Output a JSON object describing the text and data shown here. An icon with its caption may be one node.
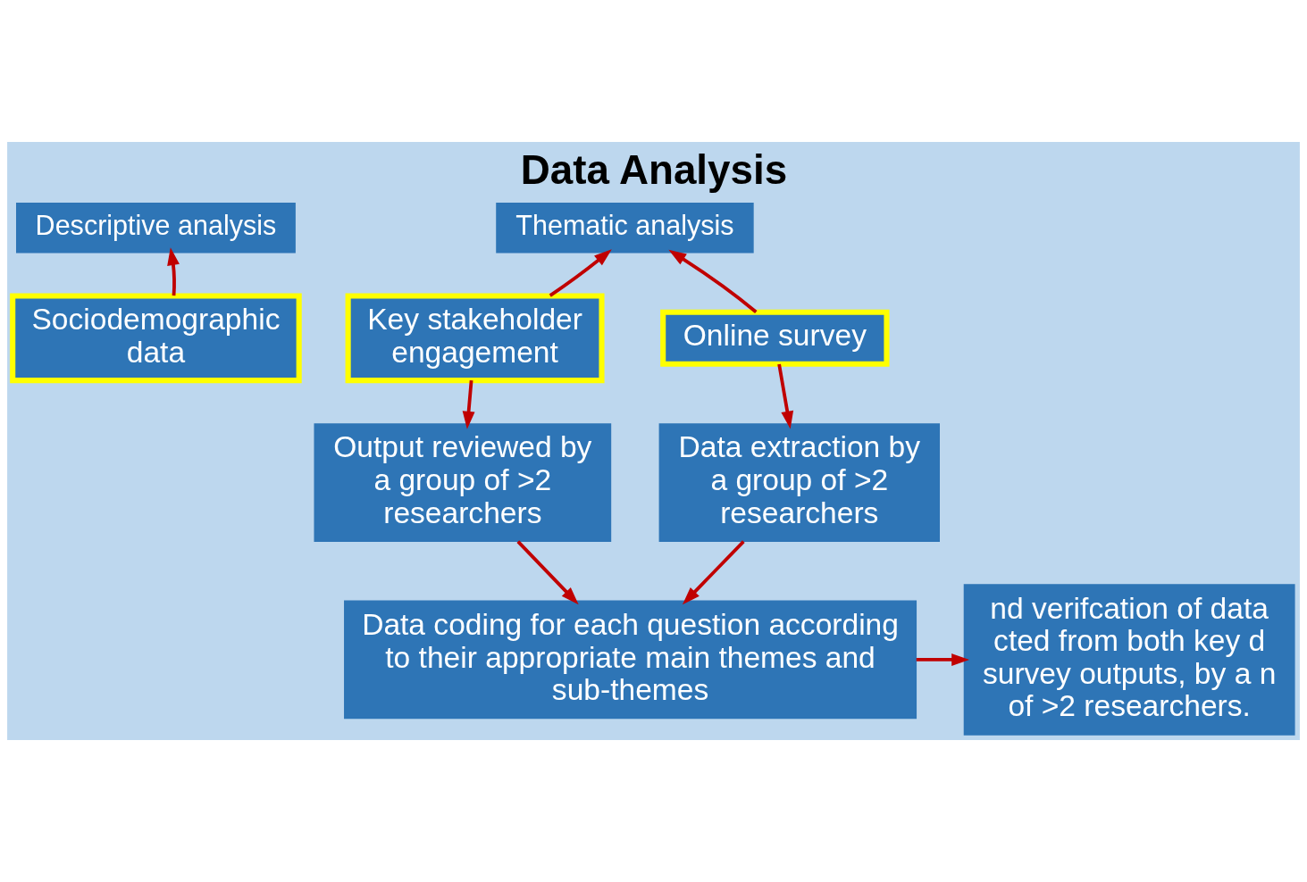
{
  "diagram": {
    "title": "Data Analysis",
    "nodes": [
      {
        "text": [
          "Descriptive analysis"
        ]
      },
      {
        "text": [
          "Thematic analysis"
        ]
      },
      {
        "text": [
          "Sociodemographic data"
        ]
      },
      {
        "text": [
          "Key stakeholder engagement"
        ]
      },
      {
        "text": [
          "Online survey"
        ]
      },
      {
        "text": [
          "Output reviewed by a group of >2 researchers"
        ]
      },
      {
        "text": [
          "Data extraction by a group of >2 researchers"
        ]
      },
      {
        "text": [
          "nd verifcation of data cted from both key d survey outputs, by a n of >2 researchers."
        ]
      },
      {
        "text": [
          "Data coding for each question according to their appropriate main themes and sub-themes"
        ]
      }
    ],
    "edges": [
      {
        "from": 2,
        "to": 0,
        "arrow": "to"
      },
      {
        "from": 3,
        "to": 1,
        "arrow": "to"
      },
      {
        "from": 4,
        "to": 1,
        "arrow": "to"
      },
      {
        "from": 3,
        "to": 5,
        "arrow": "to"
      },
      {
        "from": 4,
        "to": 6,
        "arrow": "to"
      },
      {
        "from": 5,
        "to": 8,
        "arrow": "to"
      },
      {
        "from": 6,
        "to": 8,
        "arrow": "to"
      },
      {
        "from": 8,
        "to": 7,
        "arrow": "to"
      }
    ]
  }
}
